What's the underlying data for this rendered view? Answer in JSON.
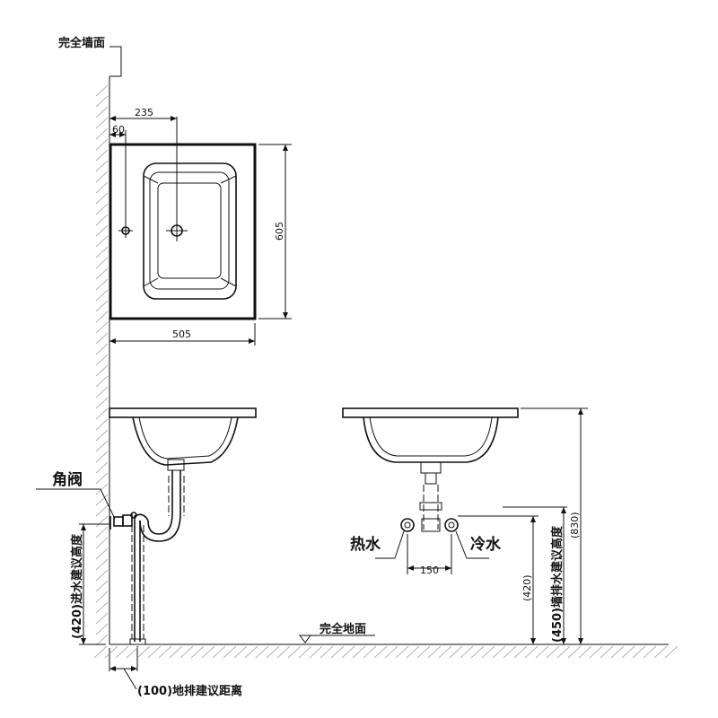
{
  "labels": {
    "wall_finish": "完全墙面",
    "floor_finish": "完全地面",
    "angle_valve": "角阀",
    "hot_water": "热水",
    "cold_water": "冷水",
    "inlet_height": "(420)进水建议高度",
    "floor_drain_distance": "(100)地排建议距离",
    "wall_drain_height": "(450)墙排水建议高度"
  },
  "dimensions": {
    "drain_offset": "235",
    "tap_offset": "60",
    "depth": "605",
    "width": "505",
    "inlet_spacing": "150",
    "inlet_height": "(420)",
    "total_height": "(830)"
  },
  "colors": {
    "line": "#111111",
    "hatch": "#999999"
  }
}
